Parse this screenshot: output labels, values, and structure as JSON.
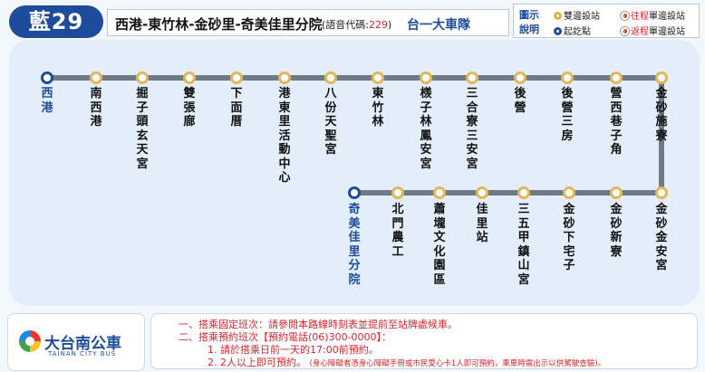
{
  "header": {
    "route_badge": "藍29",
    "route_name": "西港-東竹林-金砂里-奇美佳里分院",
    "voice_prefix": "(語音代碼:",
    "voice_code": "229",
    "voice_suffix": ")",
    "operator": "台一大車隊"
  },
  "legend": {
    "label": "圖示說明",
    "items": [
      {
        "text": "雙邊設站",
        "icon": "yellow-dot-icon"
      },
      {
        "prefix": "往程",
        "text": "單邊設站",
        "icon": "half-dot-icon"
      },
      {
        "text": "起訖點",
        "icon": "blue-dot-icon"
      },
      {
        "prefix": "返程",
        "text": "單邊設站",
        "icon": "half-dot-icon"
      }
    ]
  },
  "stops_top": [
    {
      "name": "西港",
      "terminal": true
    },
    {
      "name": "南西港",
      "terminal": false
    },
    {
      "name": "掘子頭玄天宮",
      "terminal": false
    },
    {
      "name": "雙張廍",
      "terminal": false
    },
    {
      "name": "下面厝",
      "terminal": false
    },
    {
      "name": "港東里活動中心",
      "terminal": false
    },
    {
      "name": "八份天聖宮",
      "terminal": false
    },
    {
      "name": "東竹林",
      "terminal": false
    },
    {
      "name": "檨子林鳳安宮",
      "terminal": false
    },
    {
      "name": "三合寮三安宮",
      "terminal": false
    },
    {
      "name": "後營",
      "terminal": false
    },
    {
      "name": "後營三房",
      "terminal": false
    },
    {
      "name": "營西巷子角",
      "terminal": false
    },
    {
      "name": "金砂施寮",
      "terminal": false
    }
  ],
  "stops_bottom": [
    {
      "name": "奇美佳里分院",
      "terminal": true
    },
    {
      "name": "北門農工",
      "terminal": false
    },
    {
      "name": "蕭壠文化園區",
      "terminal": false
    },
    {
      "name": "佳里站",
      "terminal": false
    },
    {
      "name": "三五甲鎮山宮",
      "terminal": false
    },
    {
      "name": "金砂下宅子",
      "terminal": false
    },
    {
      "name": "金砂新寮",
      "terminal": false
    },
    {
      "name": "金砂金安宮",
      "terminal": false
    }
  ],
  "logo": {
    "title": "大台南公車",
    "subtitle": "TAINAN CITY BUS"
  },
  "notice": {
    "line1": "一、搭乘固定班次：請參閱本路線時刻表並提前至站牌處候車。",
    "line2": "二、搭乘預約班次【預約電話(06)300-0000】：",
    "line3": "1. 請於搭乘日前一天的17:00前預約。",
    "line4": "2. 2人以上即可預約。",
    "line4_note": "(身心障礙者憑身心障礙手冊或市民愛心卡1人即可預約，乘車時需出示以供駕駛查驗)。"
  }
}
